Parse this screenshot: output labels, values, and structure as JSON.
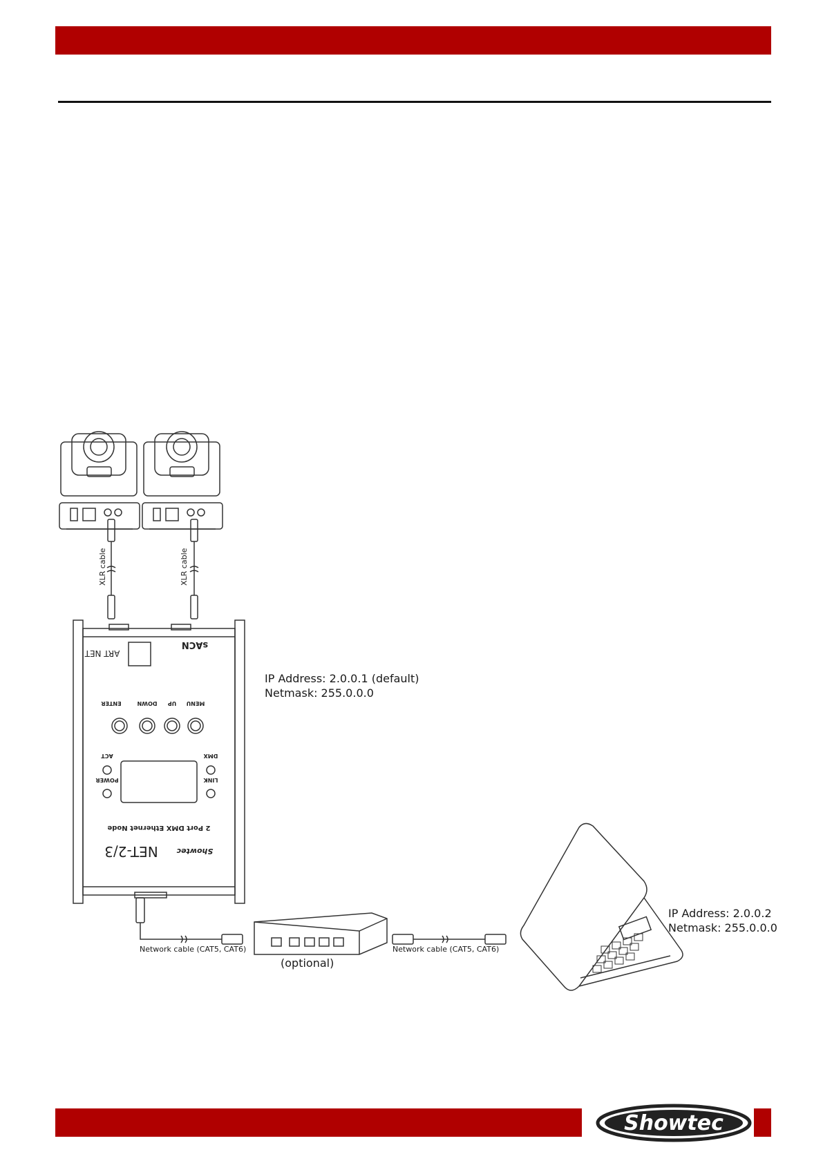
{
  "labels": {
    "xlr_cable": "XLR cable",
    "node_ip": "IP Address: 2.0.0.1 (default)",
    "node_mask": "Netmask: 255.0.0.0",
    "laptop_ip": "IP Address: 2.0.0.2",
    "laptop_mask": "Netmask: 255.0.0.0",
    "network_cable": "Network cable (CAT5, CAT6)",
    "optional": "(optional)"
  },
  "device": {
    "menu": "MENU",
    "up": "UP",
    "down": "DOWN",
    "enter": "ENTER",
    "dmx": "DMX",
    "act": "ACT",
    "link": "LINK",
    "power": "POWER",
    "title": "2 Port DMX Ethernet Node",
    "model": "NET-2/3",
    "sacn": "sACN",
    "artnet": "ART NET"
  },
  "brand": {
    "logo": "Showtec",
    "accent": "#b00000"
  }
}
